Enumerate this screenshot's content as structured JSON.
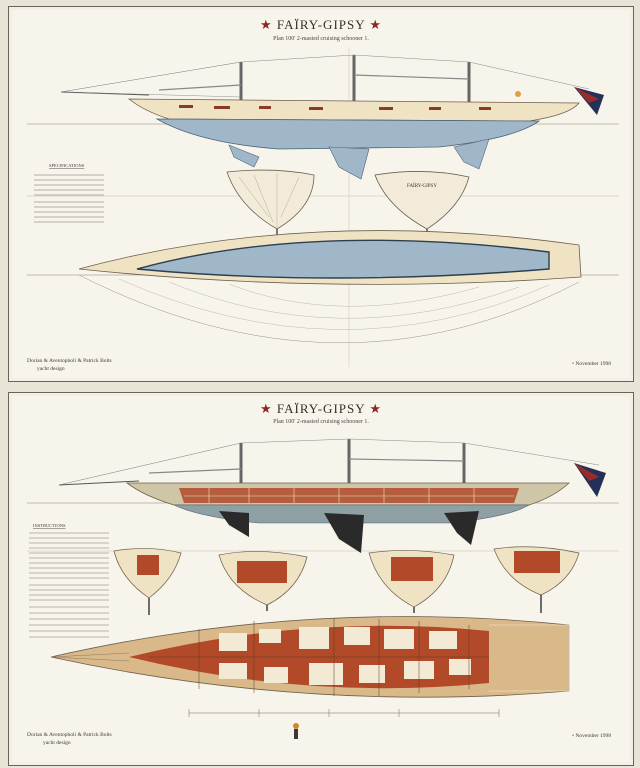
{
  "sheets": [
    {
      "title": "FAÏRY-GIPSY",
      "subtitle": "Plan 100' 2-masted cruising schooner 1.",
      "designer_line1": "Dorian & Aventopholi & Patrick Bolts",
      "designer_line2": "yacht design",
      "date": "November 1998",
      "specs_title": "SPECIFICATIONS",
      "stern_label": "FAÏRY-GIPSY"
    },
    {
      "title": "FAÏRY-GIPSY",
      "subtitle": "Plan 100' 2-masted cruising schooner 1.",
      "designer_line1": "Dorian & Aventopholi & Patrick Bolts",
      "designer_line2": "yacht design",
      "date": "November 1998",
      "legend_title": "INSTRUCTIONS"
    }
  ],
  "colors": {
    "paper": "#f7f4ec",
    "hull_blue": "#9fb7c9",
    "hull_cream": "#efe3c3",
    "deck_wood": "#d9b98a",
    "interior_red": "#b24a2a",
    "keel_dark": "#2a2a2a",
    "flag_red": "#9b2a2a",
    "flag_navy": "#253058"
  }
}
